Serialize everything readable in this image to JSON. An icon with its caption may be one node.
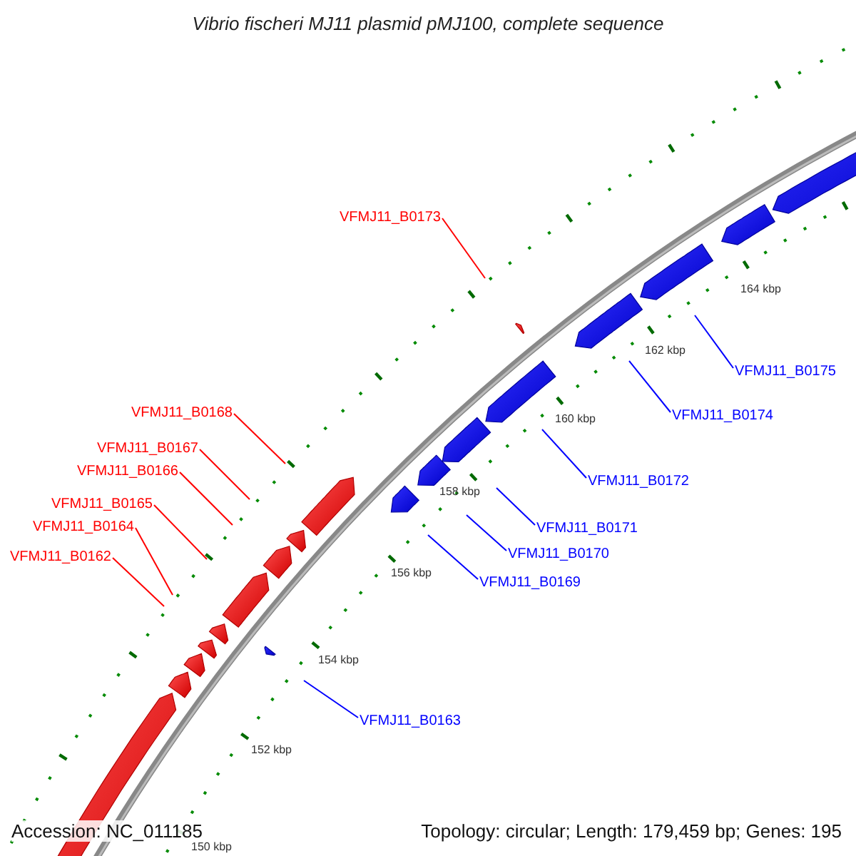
{
  "diagram": {
    "title": "Vibrio fischeri MJ11 plasmid pMJ100, complete sequence",
    "nodes": [
      {
        "text": [
          "VFMJ11_B0173"
        ]
      },
      {
        "text": [
          "VFMJ11_B0175"
        ]
      },
      {
        "text": [
          "VFMJ11_B0168"
        ]
      },
      {
        "text": [
          "VFMJ11_B0174"
        ]
      },
      {
        "text": [
          "VFMJ11_B0167"
        ]
      },
      {
        "text": [
          "VFMJ11_B0166"
        ]
      },
      {
        "text": [
          "VFMJ11_B0172"
        ]
      },
      {
        "text": [
          "VFMJ11_B0165"
        ]
      },
      {
        "text": [
          "VFMJ11_B0164"
        ]
      },
      {
        "text": [
          "VFMJ11_B0171"
        ]
      },
      {
        "text": [
          "VFMJ11_B0170"
        ]
      },
      {
        "text": [
          "VFMJ11_B0162"
        ]
      },
      {
        "text": [
          "VFMJ11_B0169"
        ]
      },
      {
        "text": [
          "VFMJ11_B0163"
        ]
      }
    ],
    "edges": [
      {
        "from": 0,
        "to": null,
        "arrow": "none",
        "color": "#ff0000"
      },
      {
        "from": 1,
        "to": null,
        "arrow": "none",
        "color": "#0000ff"
      },
      {
        "from": 2,
        "to": null,
        "arrow": "none",
        "color": "#ff0000"
      },
      {
        "from": 3,
        "to": null,
        "arrow": "none",
        "color": "#0000ff"
      },
      {
        "from": 4,
        "to": null,
        "arrow": "none",
        "color": "#ff0000"
      },
      {
        "from": 5,
        "to": null,
        "arrow": "none",
        "color": "#ff0000"
      },
      {
        "from": 6,
        "to": null,
        "arrow": "none",
        "color": "#0000ff"
      },
      {
        "from": 7,
        "to": null,
        "arrow": "none",
        "color": "#ff0000"
      },
      {
        "from": 8,
        "to": null,
        "arrow": "none",
        "color": "#ff0000"
      },
      {
        "from": 9,
        "to": null,
        "arrow": "none",
        "color": "#0000ff"
      },
      {
        "from": 10,
        "to": null,
        "arrow": "none",
        "color": "#0000ff"
      },
      {
        "from": 11,
        "to": null,
        "arrow": "none",
        "color": "#ff0000"
      },
      {
        "from": 12,
        "to": null,
        "arrow": "none",
        "color": "#0000ff"
      },
      {
        "from": 13,
        "to": null,
        "arrow": "none",
        "color": "#0000ff"
      }
    ],
    "labels": [
      "164 kbp",
      "162 kbp",
      "160 kbp",
      "158 kbp",
      "156 kbp",
      "154 kbp",
      "152 kbp",
      "Accession: NC_011185",
      "Topology: circular; Length: 179,459 bp; Genes: 195",
      "150 kbp"
    ]
  }
}
